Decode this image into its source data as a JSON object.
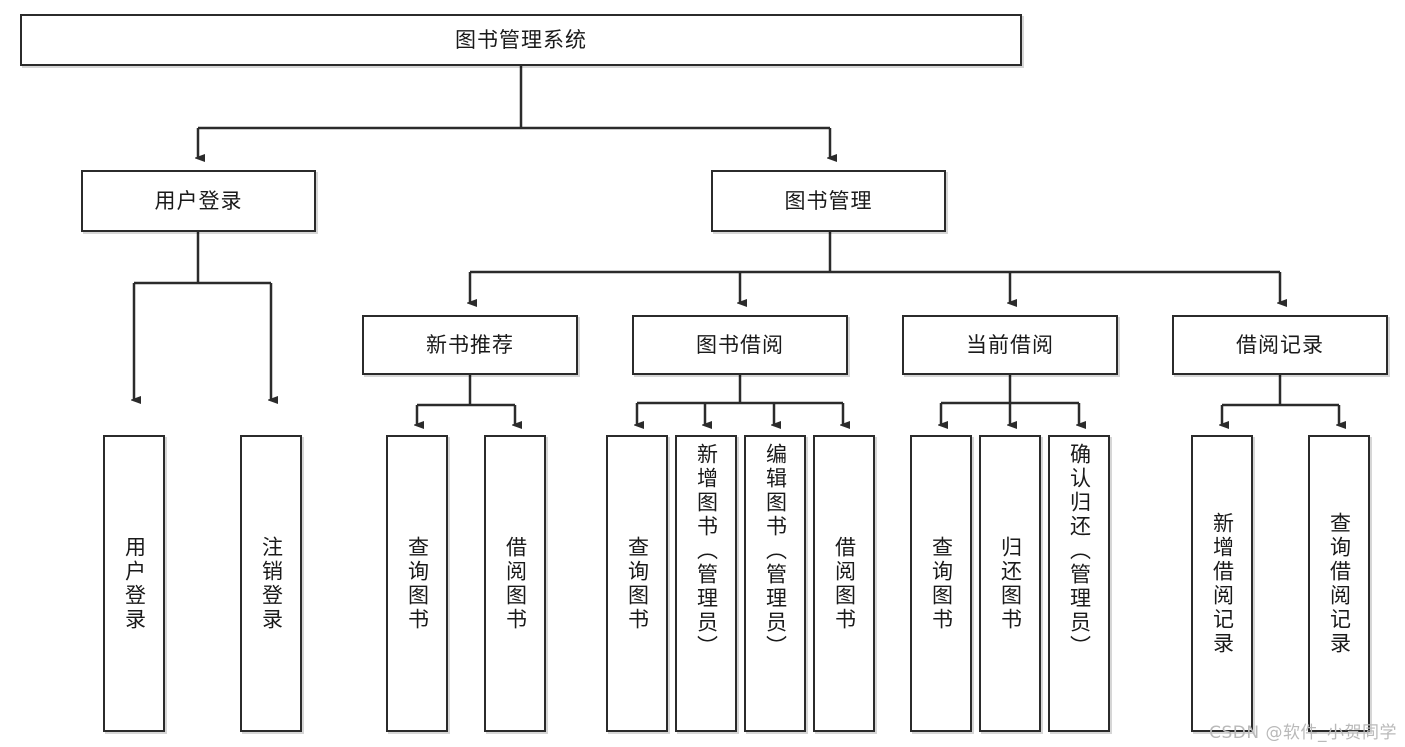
{
  "diagram": {
    "type": "tree-hierarchy",
    "title": "图书管理系统",
    "watermark": "CSDN @软件_小贺同学",
    "colors": {
      "stroke": "#2b2b2b",
      "fill": "#ffffff",
      "text": "#1a1a1a",
      "watermark": "#b9b9b9"
    },
    "nodes": {
      "root": {
        "label": "图书管理系统"
      },
      "level2": [
        {
          "id": "user-login",
          "label": "用户登录"
        },
        {
          "id": "book-manage",
          "label": "图书管理"
        }
      ],
      "level3": [
        {
          "id": "new-book-recommend",
          "label": "新书推荐"
        },
        {
          "id": "book-borrow",
          "label": "图书借阅"
        },
        {
          "id": "current-borrow",
          "label": "当前借阅"
        },
        {
          "id": "borrow-record",
          "label": "借阅记录"
        }
      ],
      "leaves": {
        "user-login": [
          {
            "id": "leaf-user-login",
            "label": "用户登录"
          },
          {
            "id": "leaf-logout-login",
            "label": "注销登录"
          }
        ],
        "new-book-recommend": [
          {
            "id": "leaf-query-book-1",
            "label": "查询图书"
          },
          {
            "id": "leaf-borrow-book-1",
            "label": "借阅图书"
          }
        ],
        "book-borrow": [
          {
            "id": "leaf-query-book-2",
            "label": "查询图书"
          },
          {
            "id": "leaf-add-book",
            "label": "新增图书（管理员）"
          },
          {
            "id": "leaf-edit-book",
            "label": "编辑图书（管理员）"
          },
          {
            "id": "leaf-borrow-book-2",
            "label": "借阅图书"
          }
        ],
        "current-borrow": [
          {
            "id": "leaf-query-book-3",
            "label": "查询图书"
          },
          {
            "id": "leaf-return-book",
            "label": "归还图书"
          },
          {
            "id": "leaf-confirm-return",
            "label": "确认归还（管理员）"
          }
        ],
        "borrow-record": [
          {
            "id": "leaf-add-record",
            "label": "新增借阅记录"
          },
          {
            "id": "leaf-query-record",
            "label": "查询借阅记录"
          }
        ]
      }
    }
  }
}
